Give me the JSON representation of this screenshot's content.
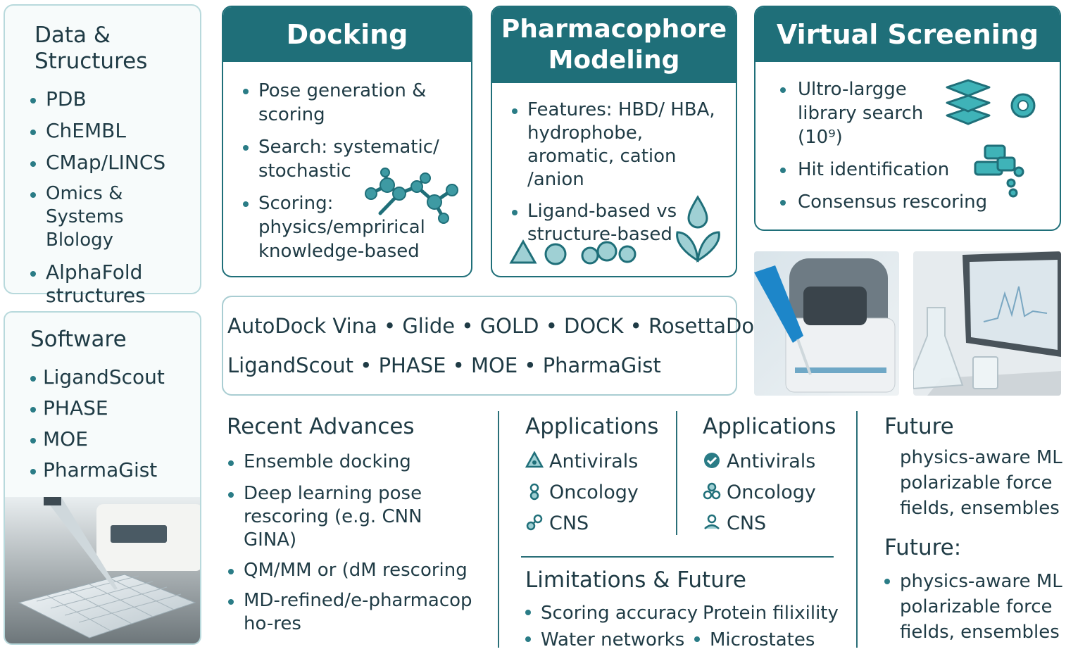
{
  "data_structures": {
    "title_line1": "Data &",
    "title_line2": "Structures",
    "items": [
      "PDB",
      "ChEMBL",
      "CMap/LINCS",
      "Omics & Systems Blology",
      "AlphaFold structures"
    ]
  },
  "software": {
    "title": "Software",
    "items": [
      "LigandScout",
      "PHASE",
      "MOE",
      "PharmaGist"
    ]
  },
  "docking": {
    "title": "Docking",
    "items": [
      "Pose generation & scoring",
      "Search: systematic/ stochastic",
      "Scoring: physics/emprirical knowledge-based"
    ]
  },
  "pharmacophore": {
    "title_line1": "Pharmacophore",
    "title_line2": "Modeling",
    "items": [
      "Features: HBD/ HBA, hydrophobe, aromatic, cation /anion",
      "Ligand-based vs structure-based"
    ]
  },
  "virtual_screening": {
    "title": "Virtual Screening",
    "items": [
      "Ultro-largge library search (10⁹)",
      "Hit identification",
      "Consensus rescoring"
    ]
  },
  "tools": {
    "row1": "AutoDock Vina • Glide • GOLD • DOCK • RosettaDock",
    "row2": "LigandScout • PHASE • MOE • PharmaGist"
  },
  "recent_advances": {
    "title": "Recent Advances",
    "items": [
      "Ensemble docking",
      "Deep learning pose rescoring (e.g. CNN GINA)",
      "QM/MM or (dM rescoring",
      "MD-refined/e-pharmacopho-res"
    ]
  },
  "applications_1": {
    "title": "Applications",
    "items": [
      "Antivirals",
      "Oncology",
      "CNS"
    ]
  },
  "applications_2": {
    "title": "Applications",
    "items": [
      "Antivirals",
      "Oncology",
      "CNS"
    ]
  },
  "limitations": {
    "title": "Limitations & Future",
    "col1": [
      "Scoring accuracy",
      "Water networks"
    ],
    "col2": [
      "Protein filixility",
      "Microstates"
    ]
  },
  "future_1": {
    "title": "Future",
    "text_line1": "physics-aware ML",
    "text_line2": "polarizable force",
    "text_line3": "fields, ensembles"
  },
  "future_2": {
    "title": "Future:",
    "text_line1": "physics-aware ML",
    "text_line2": "polarizable force",
    "text_line3": "fields, ensembles"
  },
  "colors": {
    "header_teal": "#1f6f79",
    "accent": "#2a7c86",
    "text": "#1f3b45",
    "soft_border": "#b8d9dc"
  }
}
